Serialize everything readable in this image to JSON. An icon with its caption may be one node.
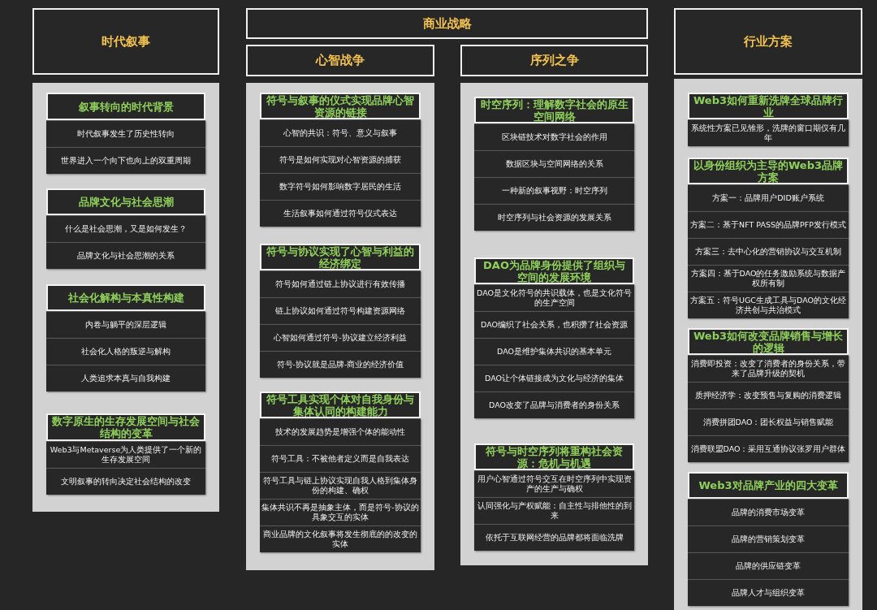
{
  "diagram": {
    "nodes": [
      {
        "text": [
          "时代叙事"
        ]
      },
      {
        "text": [
          "商业战略"
        ]
      },
      {
        "text": [
          "心智战争"
        ]
      },
      {
        "text": [
          "序列之争"
        ]
      },
      {
        "text": [
          "行业方案"
        ]
      },
      {
        "text": [
          "叙事转向的时代背景"
        ]
      },
      {
        "text": [
          "时代叙事发生了历史性转向"
        ]
      },
      {
        "text": [
          "世界进入一个向下也向上的双重周期"
        ]
      },
      {
        "text": [
          "品牌文化与社会思潮"
        ]
      },
      {
        "text": [
          "什么是社会思潮，又是如何发生？"
        ]
      },
      {
        "text": [
          "品牌文化与社会思潮的关系"
        ]
      },
      {
        "text": [
          "社会化解构与本真性构建"
        ]
      },
      {
        "text": [
          "内卷与躺平的深层逻辑"
        ]
      },
      {
        "text": [
          "社会化人格的叛逆与解构"
        ]
      },
      {
        "text": [
          "人类追求本真与自我构建"
        ]
      },
      {
        "text": [
          "数字原生的生存发展空间与社会结构的变革"
        ]
      },
      {
        "text": [
          "Web3与Metaverse为人类提供了一个新的生存发展空间"
        ]
      },
      {
        "text": [
          "文明叙事的转向决定社会结构的改变"
        ]
      },
      {
        "text": [
          "符号与叙事的仪式实现品牌心智资源的链接"
        ]
      },
      {
        "text": [
          "心智的共识：符号、意义与叙事"
        ]
      },
      {
        "text": [
          "符号是如何实现对心智资源的捕获"
        ]
      },
      {
        "text": [
          "数字符号如何影响数字居民的生活"
        ]
      },
      {
        "text": [
          "生活叙事如何通过符号仪式表达"
        ]
      },
      {
        "text": [
          "符号与协议实现了心智与利益的经济绑定"
        ]
      },
      {
        "text": [
          "符号如何通过链上协议进行有效传播"
        ]
      },
      {
        "text": [
          "链上协议如何通过符号构建资源网络"
        ]
      },
      {
        "text": [
          "心智如何通过符号-协议建立经济利益"
        ]
      },
      {
        "text": [
          "符号-协议就是品牌-商业的经济价值"
        ]
      },
      {
        "text": [
          "符号工具实现个体对自我身份与集体认同的构建能力"
        ]
      },
      {
        "text": [
          "技术的发展趋势是增强个体的能动性"
        ]
      },
      {
        "text": [
          "符号工具：不被他者定义而是自我表达"
        ]
      },
      {
        "text": [
          "符号工具与链上协议实现自我人格到集体身份的构建、确权"
        ]
      },
      {
        "text": [
          "集体共识不再是抽象主体，而是符号-协议的具象交互的实体"
        ]
      },
      {
        "text": [
          "商业品牌的文化叙事将发生彻底的的改变的实体"
        ]
      },
      {
        "text": [
          "时空序列：理解数字社会的原生空间网络"
        ]
      },
      {
        "text": [
          "区块链技术对数字社会的作用"
        ]
      },
      {
        "text": [
          "数据区块与空间网络的关系"
        ]
      },
      {
        "text": [
          "一种新的叙事视野：时空序列"
        ]
      },
      {
        "text": [
          "时空序列与社会资源的发展关系"
        ]
      },
      {
        "text": [
          "DAO为品牌身份提供了组织与空间的发展环境"
        ]
      },
      {
        "text": [
          "DAO是文化符号的共识载体，也是文化符号的生产空间"
        ]
      },
      {
        "text": [
          "DAO编织了社会关系，也积攒了社会资源"
        ]
      },
      {
        "text": [
          "DAO是维护集体共识的基本单元"
        ]
      },
      {
        "text": [
          "DAO让个体链接成为文化与经济的集体"
        ]
      },
      {
        "text": [
          "DAO改变了品牌与消费者的身份关系"
        ]
      },
      {
        "text": [
          "符号与时空序列将重构社会资源：危机与机遇"
        ]
      },
      {
        "text": [
          "用户心智通过符号交互在时空序列中实现资产的生产与确权"
        ]
      },
      {
        "text": [
          "认同强化与产权赋能：自主性与排他性的到来"
        ]
      },
      {
        "text": [
          "依托于互联网经营的品牌都将面临洗牌"
        ]
      },
      {
        "text": [
          "Web3如何重新洗牌全球品牌行业"
        ]
      },
      {
        "text": [
          "系统性方案已见雏形，洗牌的窗口期仅有几年"
        ]
      },
      {
        "text": [
          "以身份组织为主导的Web3品牌方案"
        ]
      },
      {
        "text": [
          "方案一：品牌用户DID账户系统"
        ]
      },
      {
        "text": [
          "方案二：基于NFT PASS的品牌PFP发行模式"
        ]
      },
      {
        "text": [
          "方案三：去中心化的营销协议与交互机制"
        ]
      },
      {
        "text": [
          "方案四：基于DAO的任务激励系统与数据产权所有制"
        ]
      },
      {
        "text": [
          "方案五：符号UGC生成工具与DAO的文化经济共创与共治模式"
        ]
      },
      {
        "text": [
          "Web3如何改变品牌销售与增长的逻辑"
        ]
      },
      {
        "text": [
          "消费即投资：改变了消费者的身份关系，带来了品牌升级的契机"
        ]
      },
      {
        "text": [
          "质押经济学：改变预售与复购的消费逻辑"
        ]
      },
      {
        "text": [
          "消费拼团DAO：团长权益与销售赋能"
        ]
      },
      {
        "text": [
          "消费联盟DAO：采用互通协议张罗用户群体"
        ]
      },
      {
        "text": [
          "Web3对品牌产业的四大变革"
        ]
      },
      {
        "text": [
          "品牌的消费市场变革"
        ]
      },
      {
        "text": [
          "品牌的营销策划变革"
        ]
      },
      {
        "text": [
          "品牌的供应链变革"
        ]
      },
      {
        "text": [
          "品牌人才与组织变革"
        ]
      }
    ]
  }
}
